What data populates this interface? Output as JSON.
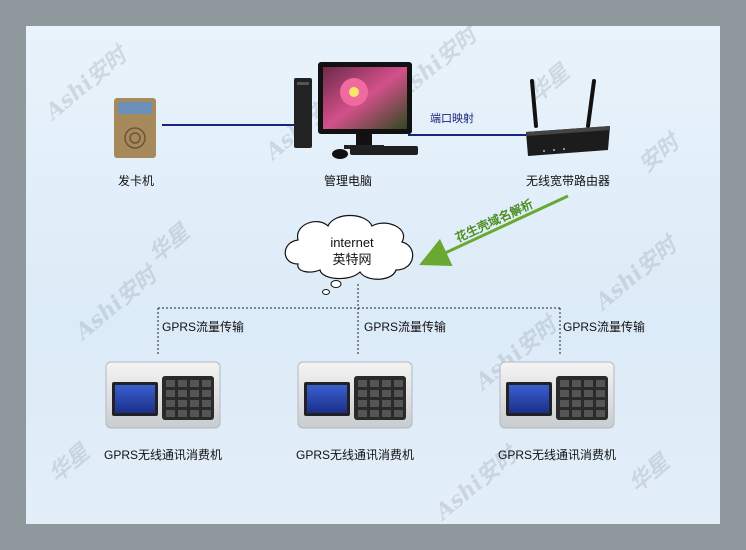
{
  "nodes": {
    "card_issuer": "发卡机",
    "management_pc": "管理电脑",
    "router": "无线宽带路由器",
    "internet_line1": "internet",
    "internet_line2": "英特网"
  },
  "links": {
    "port_mapping": "端口映射",
    "ddns": "花生壳域名解析",
    "gprs_left": "GPRS流量传输",
    "gprs_mid": "GPRS流量传输",
    "gprs_right": "GPRS流量传输"
  },
  "terminals": [
    {
      "label": "GPRS无线通讯消费机"
    },
    {
      "label": "GPRS无线通讯消费机"
    },
    {
      "label": "GPRS无线通讯消费机"
    }
  ],
  "watermark": {
    "brand_en": "Ashi",
    "brand_cn": "安时",
    "brand_alt": "华星"
  },
  "colors": {
    "link_line": "#1a237e",
    "ddns_arrow": "#6aa832",
    "dotted_bus": "#222222",
    "canvas_bg": "#e4eff9",
    "frame": "#8f989d"
  }
}
